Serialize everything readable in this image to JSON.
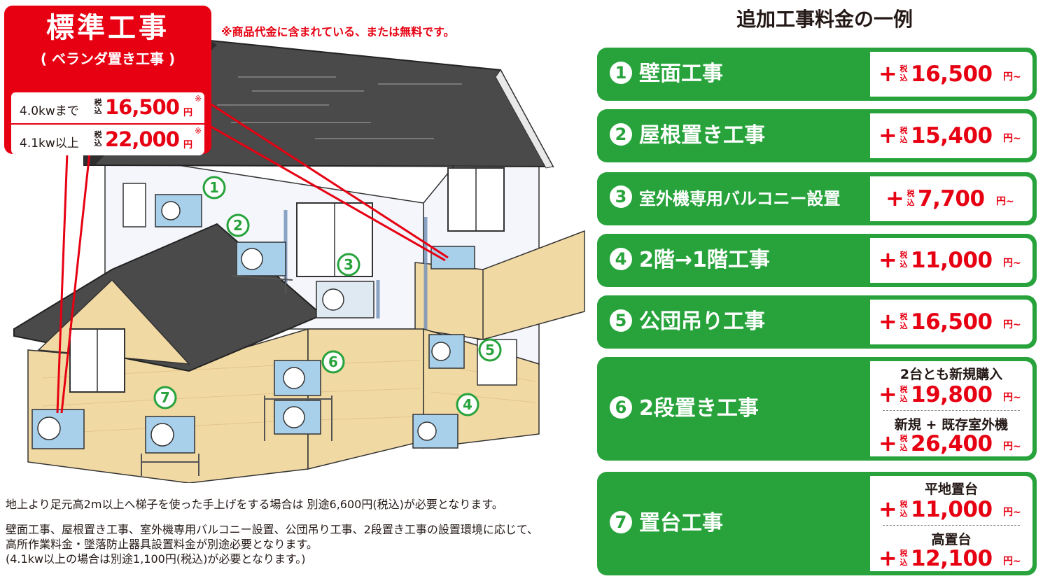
{
  "standard": {
    "title": "標準工事",
    "subtitle": "( ベランダ置き工事 )",
    "note": "※商品代金に含まれている、または無料です。",
    "rows": [
      {
        "capacity": "4.0kwまで",
        "tax": "税込",
        "price": "16,500",
        "yen": "円",
        "mark": "※"
      },
      {
        "capacity": "4.1kw以上",
        "tax": "税込",
        "price": "22,000",
        "yen": "円",
        "mark": "※"
      }
    ]
  },
  "house_markers": [
    "1",
    "2",
    "3",
    "4",
    "5",
    "6",
    "7"
  ],
  "notes": [
    "地上より足元高2m以上へ梯子を使った手上げをする場合は 別途6,600円(税込)が必要となります。",
    "壁面工事、屋根置き工事、室外機専用バルコニー設置、公団吊り工事、2段置き工事の設置環境に応じて、",
    "高所作業料金・墜落防止器具設置料金が別途必要となります。",
    "(4.1kw以上の場合は別途1,100円(税込)が必要となります。)"
  ],
  "additional": {
    "title": "追加工事料金の一例",
    "plus": "+",
    "tax": "税込",
    "yen": "円~",
    "items": [
      {
        "num": "1",
        "label": "壁面工事",
        "price": "16,500"
      },
      {
        "num": "2",
        "label": "屋根置き工事",
        "price": "15,400"
      },
      {
        "num": "3",
        "label": "室外機専用バルコニー設置",
        "price": "7,700"
      },
      {
        "num": "4",
        "label": "2階→1階工事",
        "price": "11,000"
      },
      {
        "num": "5",
        "label": "公団吊り工事",
        "price": "16,500"
      },
      {
        "num": "6",
        "label": "2段置き工事",
        "options": [
          {
            "caption": "2台とも新規購入",
            "price": "19,800"
          },
          {
            "caption": "新規 + 既存室外機",
            "price": "26,400"
          }
        ]
      },
      {
        "num": "7",
        "label": "置台工事",
        "options": [
          {
            "caption": "平地置台",
            "price": "11,000"
          },
          {
            "caption": "高置台",
            "price": "12,100"
          }
        ]
      }
    ]
  },
  "colors": {
    "red": "#e60012",
    "green": "#28a33c",
    "wall": "#f1d9a4",
    "roof": "#4a4a4a"
  }
}
